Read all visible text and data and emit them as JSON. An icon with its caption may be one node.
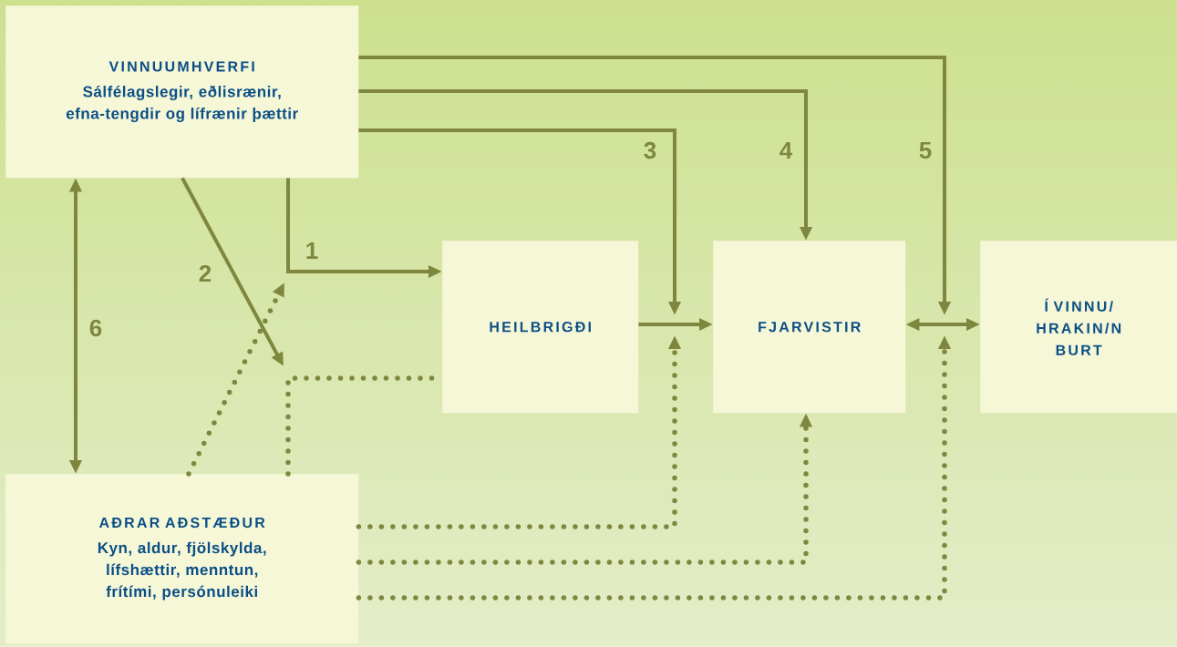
{
  "diagram": {
    "nodes": [
      {
        "text": [
          "VINNUUMHVERFI",
          "Sálfélagslegir, eðlisrænir, efna-tengdir og lífrænir þættir"
        ]
      },
      {
        "text": [
          "HEILBRIGÐI"
        ]
      },
      {
        "text": [
          "FJARVISTIR"
        ]
      },
      {
        "text": [
          "Í VINNU/ HRAKIN/N BURT"
        ]
      },
      {
        "text": [
          "AÐRAR AÐSTÆÐUR",
          "Kyn, aldur, fjölskylda, lífshættir, menntun, frítími, persónuleiki"
        ]
      }
    ],
    "edges": [
      {
        "from": 0,
        "to": 1,
        "arrow": "to",
        "label": "1"
      },
      {
        "from": 0,
        "to": null,
        "arrow": "to",
        "label": "2"
      },
      {
        "from": 0,
        "to": null,
        "arrow": "to",
        "label": "3"
      },
      {
        "from": 0,
        "to": 2,
        "arrow": "to",
        "label": "4"
      },
      {
        "from": 0,
        "to": null,
        "arrow": "to",
        "label": "5"
      },
      {
        "from": 0,
        "to": 4,
        "arrow": "both",
        "label": "6"
      },
      {
        "from": 1,
        "to": 2,
        "arrow": "to"
      },
      {
        "from": 2,
        "to": 3,
        "arrow": "both"
      },
      {
        "from": 4,
        "to": null,
        "arrow": "to",
        "style": "dashed"
      },
      {
        "from": 4,
        "to": 1,
        "arrow": "none",
        "style": "dashed"
      },
      {
        "from": 4,
        "to": null,
        "arrow": "to",
        "style": "dashed"
      },
      {
        "from": 4,
        "to": 2,
        "arrow": "to",
        "style": "dashed"
      },
      {
        "from": 4,
        "to": null,
        "arrow": "to",
        "style": "dashed"
      }
    ]
  }
}
